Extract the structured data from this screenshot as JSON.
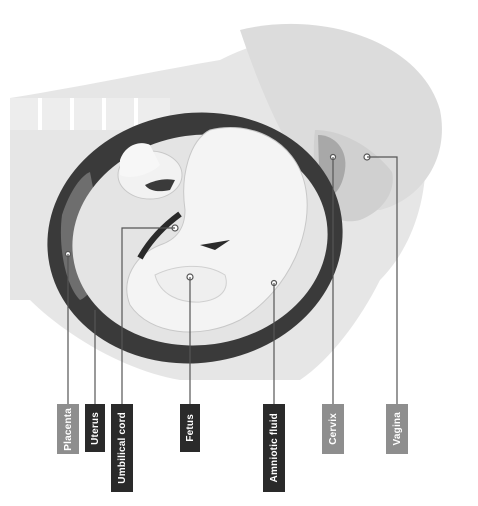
{
  "diagram": {
    "labels": {
      "placenta": "Placenta",
      "uterus": "Uterus",
      "umbilical_cord": "Umbilical cord",
      "fetus": "Fetus",
      "amniotic_fluid": "Amniotic fluid",
      "cervix": "Cervix",
      "vagina": "Vagina"
    },
    "colors": {
      "uterus_wall": "#3a3a3a",
      "placenta": "#6e6e6e",
      "amniotic_fluid": "#e4e4e4",
      "fetus": "#f4f4f4",
      "body_silhouette": "#dadada",
      "label_dark": "#2a2a2a",
      "label_grey": "#8e8e8e"
    }
  }
}
